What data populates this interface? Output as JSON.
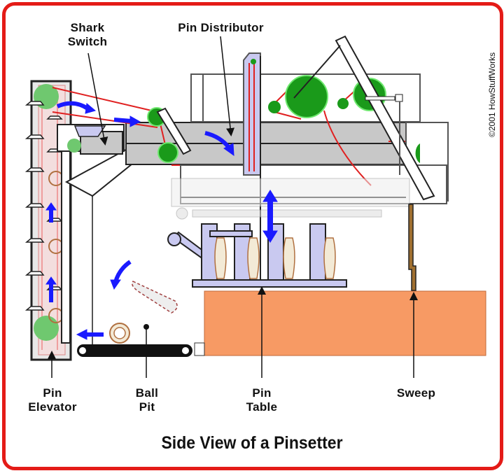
{
  "diagram": {
    "title": "Side View of a Pinsetter",
    "copyright": "©2001 HowStuffWorks",
    "labels": {
      "shark_switch_line1": "Shark",
      "shark_switch_line2": "Switch",
      "pin_distributor": "Pin Distributor",
      "pin_elevator_line1": "Pin",
      "pin_elevator_line2": "Elevator",
      "ball_pit_line1": "Ball",
      "ball_pit_line2": "Pit",
      "pin_table_line1": "Pin",
      "pin_table_line2": "Table",
      "sweep": "Sweep"
    },
    "colors": {
      "border": "#e41b17",
      "lane": "#f79a64",
      "flow_arrow": "#1a1aff",
      "pulley": "#1a9a1a",
      "belt": "#e02020",
      "machine_gray": "#c8c8c8",
      "pin_table_lavender": "#c9c9f0"
    }
  }
}
